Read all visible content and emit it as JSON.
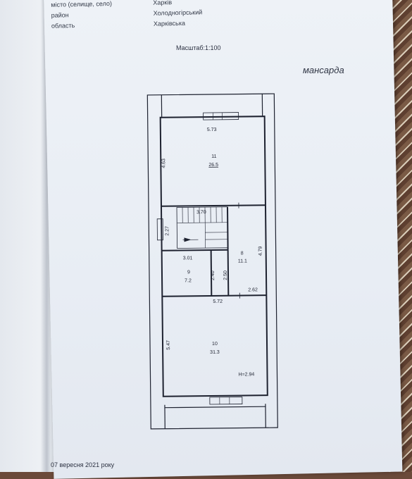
{
  "header": {
    "row_city_label": "місто (селище, село)",
    "row_city_value": "Харків",
    "row_district_label": "район",
    "row_district_value": "Холодногірський",
    "row_region_label": "область",
    "row_region_value": "Харківська"
  },
  "scale": "Масштаб:1:100",
  "floor_title": "мансарда",
  "rooms": {
    "r11_num": "11",
    "r11_area": "26.5",
    "r8_num": "8",
    "r8_area": "11.1",
    "r9_num": "9",
    "r9_area": "7.2",
    "r10_num": "10",
    "r10_area": "31.3"
  },
  "dims": {
    "top_width": "5.73",
    "top_height": "4.63",
    "stair_width": "3.70",
    "left_mid": "2.27",
    "r9_width": "3.01",
    "r8_height": "4.79",
    "r9_h1": "2.40",
    "r9_h2": "2.50",
    "r8_width": "2.62",
    "bottom_width": "5.72",
    "bottom_height": "5.47",
    "ceiling": "H=2.94"
  },
  "date": "07 вересня 2021 року"
}
